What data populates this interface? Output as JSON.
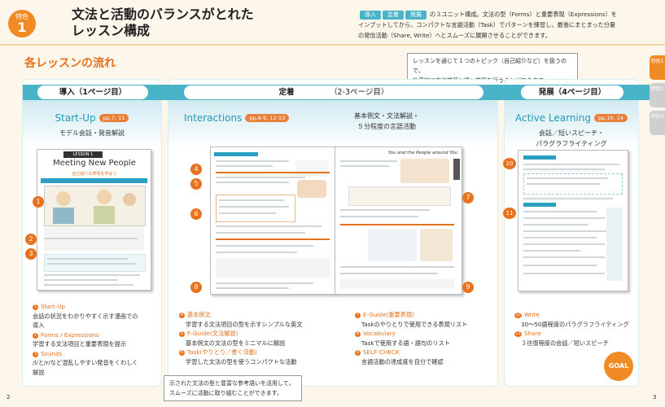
{
  "header": {
    "badge_small": "特色",
    "badge_num": "1",
    "title_line1": "文法と活動のバランスがとれた",
    "title_line2": "レッスン構成",
    "chip_intro": "導入",
    "chip_core": "定着",
    "chip_dev": "発展",
    "desc_line1": "の３ユニット構成。文法の型（Forms）と重要表現（Expressions）を",
    "desc_line2": "インプットしてから，コンパクトな言語活動（Task）でパターンを練習し，最後にまとまった分量",
    "desc_line3": "の発信活動（Share, Write）へとスムーズに展開させることができます。"
  },
  "section_title": "各レッスンの流れ",
  "callout_top": {
    "line1": "レッスンを通じて１つのトピック（自己紹介など）を扱うので，",
    "line2": "効率的に文法学習と語い学習を行うことができます。"
  },
  "callout_bottom": {
    "line1": "示された文法の型と豊富な参考語いを活用して，",
    "line2": "スムーズに活動に取り組むことができます。"
  },
  "stages": {
    "intro": "導入（1ページ目）",
    "core_name": "定着",
    "core_pages": "（2-3ページ目）",
    "dev": "発展（4ページ目）"
  },
  "panel1": {
    "title": "Start-Up",
    "pages": "pp.7, 11",
    "subtitle": "モデル会話・発音解説",
    "book": {
      "lesson": "LESSON 1",
      "heading": "Meeting New People",
      "sub": "自己紹介の表現を学ぼう"
    },
    "legend": [
      {
        "n": "1",
        "head": "Start-Up",
        "body": [
          "会話の状況をわかりやすく示す漫画での",
          "導入"
        ]
      },
      {
        "n": "2",
        "head": "Forms / Expressions",
        "body": [
          "学習する文法項目と重要表現を提示"
        ]
      },
      {
        "n": "3",
        "head": "Sounds",
        "body": [
          "/l/と/r/など混乱しやすい発音をくわしく",
          "解説"
        ]
      }
    ]
  },
  "panel2": {
    "title": "Interactions",
    "pages": "pp.8-9, 12-13",
    "subtitle_line1": "基本例文・文法解説・",
    "subtitle_line2": "５分程度の言語活動",
    "book_right_title": "You and the People around You",
    "legend_left": [
      {
        "n": "4",
        "head": "基本例文",
        "body": "学習する文法項目の型を示すシンプルな英文"
      },
      {
        "n": "5",
        "head": "F-Guide(文法解説)",
        "body": "基本例文の文法の型をミニマルに解説"
      },
      {
        "n": "6",
        "head": "Task(やりとり／書く活動)",
        "body": "学習した文法の型を使うコンパクトな活動"
      }
    ],
    "legend_right": [
      {
        "n": "7",
        "head": "E-Guide(重要表現)",
        "body": "Taskのやりとりで使用できる表現リスト"
      },
      {
        "n": "8",
        "head": "Vocabulary",
        "body": "Taskで使用する語・語句のリスト"
      },
      {
        "n": "9",
        "head": "SELF-CHECK",
        "body": "言語活動の達成度を自分で確認"
      }
    ]
  },
  "panel3": {
    "title": "Active Learning",
    "pages": "pp.10, 14",
    "subtitle_line1": "会話／短いスピーチ・",
    "subtitle_line2": "パラグラフライティング",
    "legend": [
      {
        "n": "10",
        "head": "Write",
        "body": "30～50語程度のパラグラフライティング"
      },
      {
        "n": "11",
        "head": "Share",
        "body": "３往復程度の会話／短いスピーチ"
      }
    ],
    "goal": "GOAL"
  },
  "callout_numbers": {
    "n1": "1",
    "n2": "2",
    "n3": "3",
    "n4": "4",
    "n5": "5",
    "n6": "6",
    "n7": "7",
    "n8": "8",
    "n9": "9",
    "n10": "10",
    "n11": "11"
  },
  "side_tabs": {
    "t1": "特色1",
    "t2": "特色2",
    "t3": "特色3"
  },
  "page_numbers": {
    "left": "2",
    "right": "3"
  },
  "colors": {
    "accent": "#e8731f",
    "teal": "#49b3c7",
    "title_blue": "#2399b8",
    "bg": "#fdf6ea"
  }
}
